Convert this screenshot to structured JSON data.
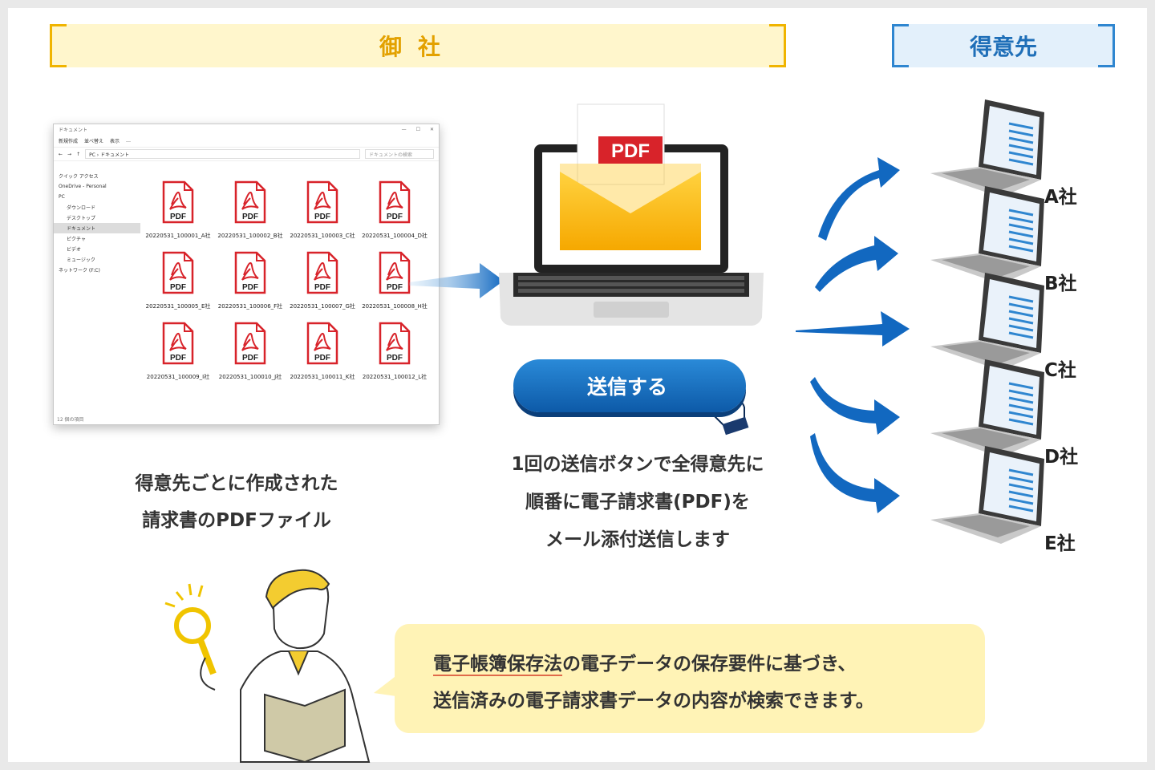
{
  "headers": {
    "ours": "御社",
    "clients": "得意先"
  },
  "explorer": {
    "title": "ドキュメント",
    "toolbar": [
      "新規作成",
      "並べ替え",
      "表示",
      "…"
    ],
    "path": "PC › ドキュメント",
    "search_placeholder": "ドキュメントの検索",
    "sidebar": [
      "クイック アクセス",
      "OneDrive - Personal",
      "PC",
      "ダウンロード",
      "デスクトップ",
      "ドキュメント",
      "ピクチャ",
      "ビデオ",
      "ミュージック",
      "ネットワーク (F:C)"
    ],
    "pdf_label": "PDF",
    "files": [
      "20220531_100001_A社",
      "20220531_100002_B社",
      "20220531_100003_C社",
      "20220531_100004_D社",
      "20220531_100005_E社",
      "20220531_100006_F社",
      "20220531_100007_G社",
      "20220531_100008_H社",
      "20220531_100009_I社",
      "20220531_100010_J社",
      "20220531_100011_K社",
      "20220531_100012_L社"
    ],
    "status": "12 個の項目"
  },
  "left_caption": {
    "line1": "得意先ごとに作成された",
    "line2": "請求書のPDFファイル"
  },
  "envelope_label": "PDF",
  "send_button": "送信する",
  "center_caption": {
    "line1": "1回の送信ボタンで全得意先に",
    "line2": "順番に電子請求書(PDF)を",
    "line3": "メール添付送信します"
  },
  "companies": [
    "A社",
    "B社",
    "C社",
    "D社",
    "E社"
  ],
  "bubble": {
    "line1_underlined": "電子帳簿保存法",
    "line1_rest": "の電子データの保存要件に基づき、",
    "line2": "送信済みの電子請求書データの内容が検索できます。"
  },
  "colors": {
    "accent_yellow": "#f0b400",
    "accent_blue": "#1f6fb8",
    "pdf_red": "#d8232a"
  }
}
